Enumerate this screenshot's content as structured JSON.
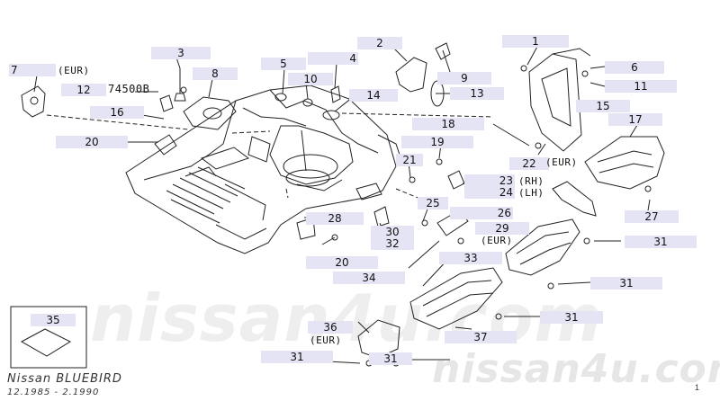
{
  "watermark": {
    "center": "nissan4u.com",
    "corner": "nissan4u.com"
  },
  "vehicle": {
    "model": "Nissan BLUEBIRD",
    "dates": "12.1985 - 2.1990"
  },
  "part_code": "74500B",
  "page_mark": "1",
  "callouts": {
    "c1": "1",
    "c2": "2",
    "c3": "3",
    "c4": "4",
    "c5": "5",
    "c6": "6",
    "c7": "7",
    "c8": "8",
    "c9": "9",
    "c10": "10",
    "c11": "11",
    "c12": "12",
    "c13": "13",
    "c14": "14",
    "c15": "15",
    "c16": "16",
    "c17": "17",
    "c18": "18",
    "c19": "19",
    "c20a": "20",
    "c20b": "20",
    "c21": "21",
    "c22": "22",
    "c23": "23",
    "c24": "24",
    "c25": "25",
    "c26": "26",
    "c27": "27",
    "c28": "28",
    "c29": "29",
    "c30": "30",
    "c31a": "31",
    "c31b": "31",
    "c31c": "31",
    "c31d": "31",
    "c31e": "31",
    "c32": "32",
    "c33": "33",
    "c34": "34",
    "c35": "35",
    "c36": "36",
    "c37": "37"
  },
  "notes": {
    "eur7": "(EUR)",
    "eur22": "(EUR)",
    "rh": "(RH)",
    "lh": "(LH)",
    "eur29": "(EUR)",
    "eur36": "(EUR)"
  }
}
